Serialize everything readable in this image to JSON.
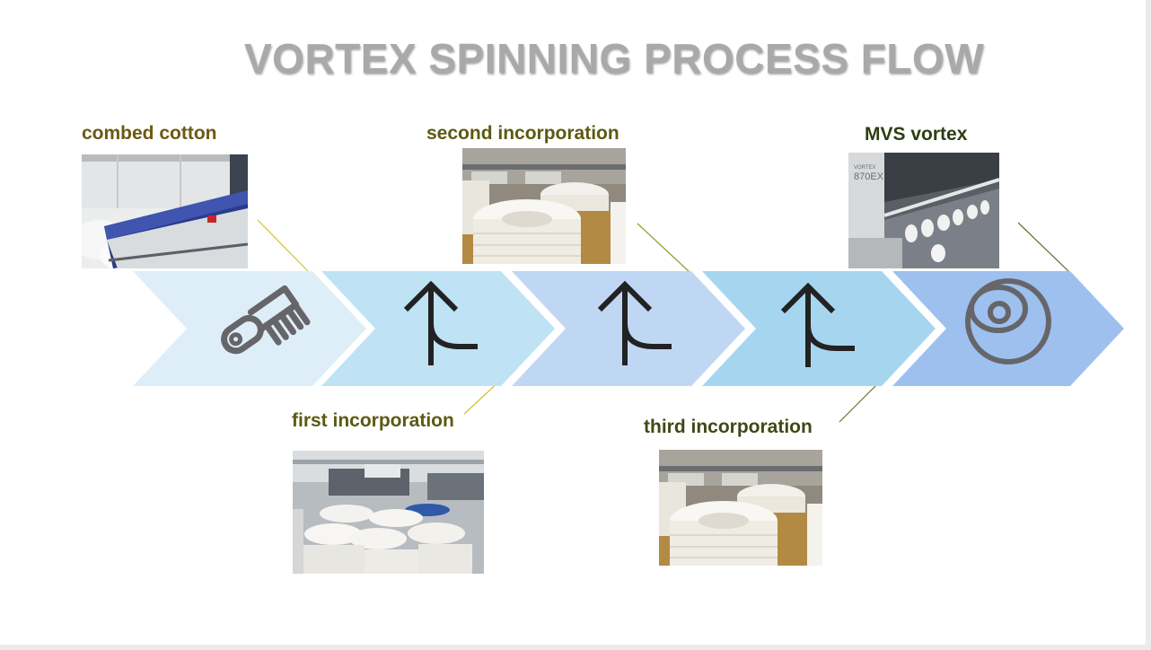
{
  "title": "VORTEX SPINNING PROCESS FLOW",
  "colors": {
    "title": "#a9a9a9",
    "label_olive": "#6b5a12",
    "label_green": "#3d4a16",
    "chevron_1": "#deeef9",
    "chevron_2": "#bfe2f5",
    "chevron_3": "#c0d7f4",
    "chevron_4": "#a6d6ef",
    "chevron_5": "#9dc0ef",
    "connector_yellow": "#d7c12c",
    "connector_green": "#5d7a2a",
    "icon_gray": "#66666a",
    "icon_dark": "#222222"
  },
  "steps": [
    {
      "label": "combed cotton",
      "icon": "comb-icon"
    },
    {
      "label": "first incorporation",
      "icon": "merge-arrow-icon"
    },
    {
      "label": "second incorporation",
      "icon": "merge-arrow-icon"
    },
    {
      "label": "third incorporation",
      "icon": "merge-arrow-icon"
    },
    {
      "label": "MVS vortex",
      "icon": "vortex-ball-icon"
    }
  ]
}
